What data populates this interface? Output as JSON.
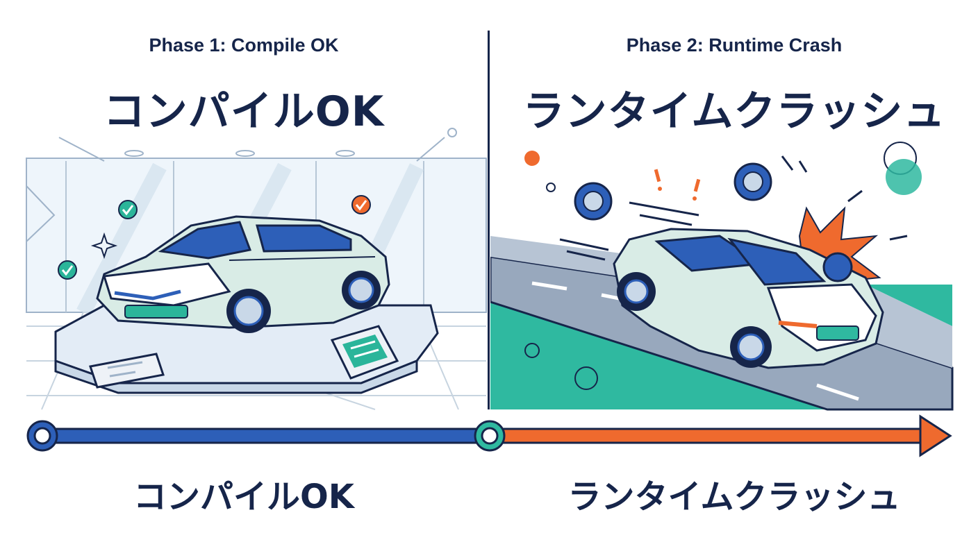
{
  "phase1": {
    "title": "Phase 1: Compile OK",
    "jp_title": "コンパイルOK",
    "bottom_label": "コンパイルOK",
    "accent_color": "#2d5fb8",
    "check_color": "#2bb59a"
  },
  "phase2": {
    "title": "Phase 2: Runtime Crash",
    "jp_title": "ランタイムクラッシュ",
    "bottom_label": "ランタイムクラッシュ",
    "accent_color": "#ef6a2e",
    "ground_color": "#2fb9a0"
  },
  "timeline": {
    "left_color": "#2d5fb8",
    "right_color": "#ef6a2e",
    "outline_color": "#16254a"
  }
}
